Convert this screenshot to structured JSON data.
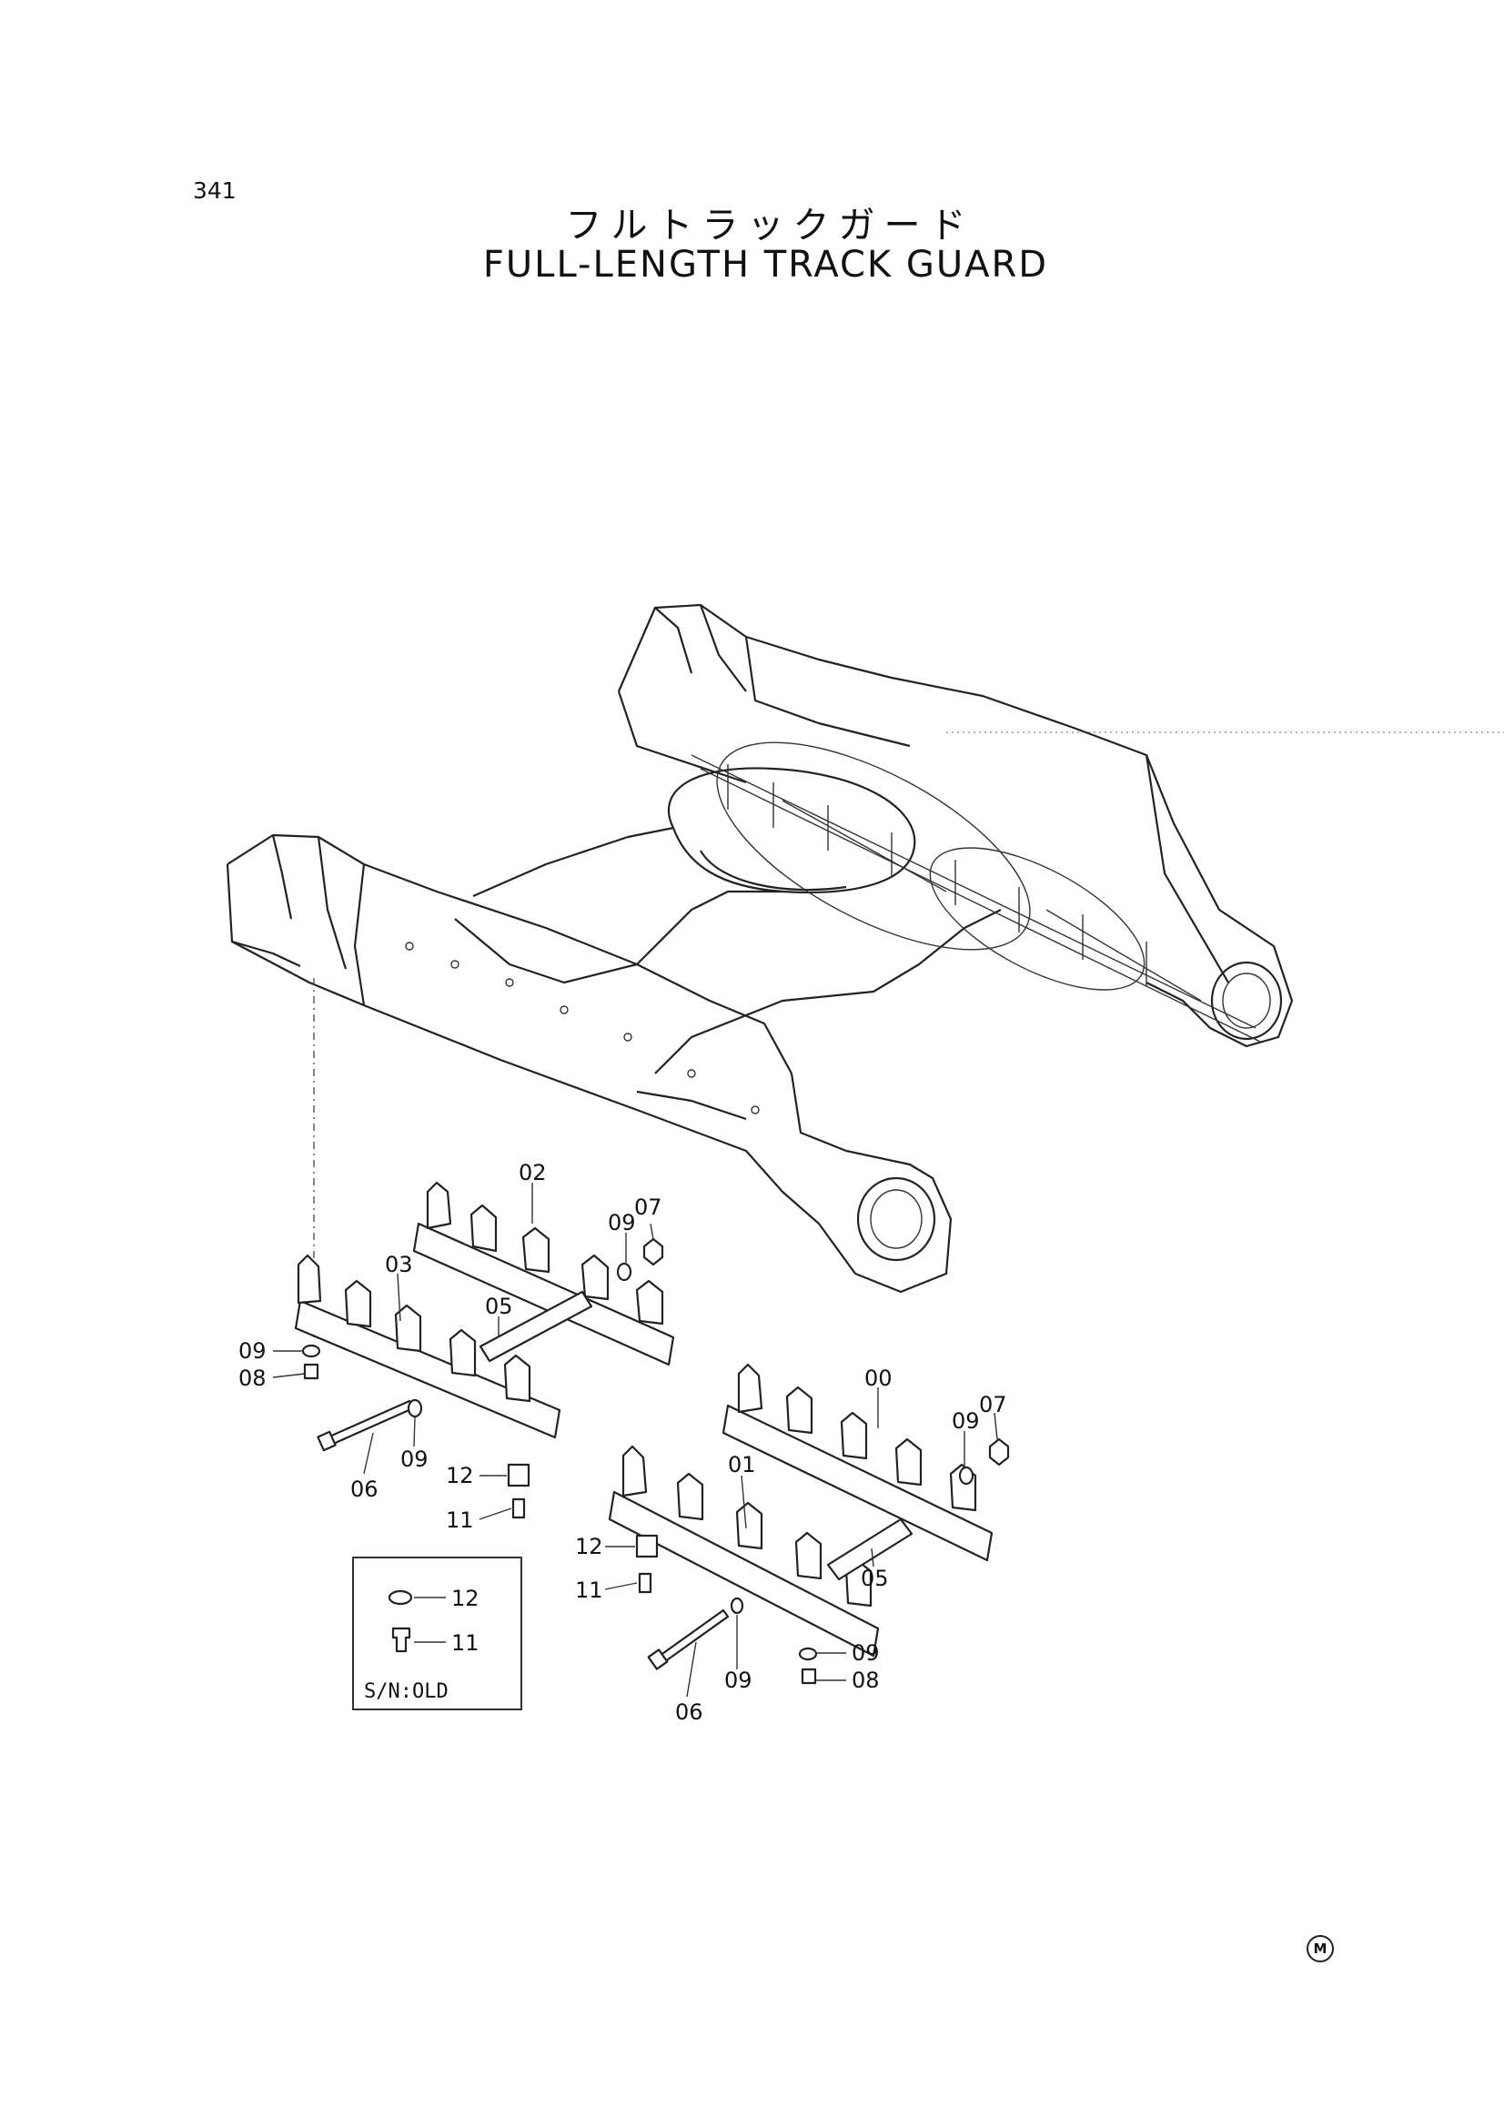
{
  "header": {
    "page_number": "341",
    "title_jp": "フルトラックガード",
    "title_en": "FULL-LENGTH TRACK GUARD"
  },
  "callouts": {
    "c00": "00",
    "c01": "01",
    "c02": "02",
    "c03": "03",
    "c05a": "05",
    "c05b": "05",
    "c06a": "06",
    "c06b": "06",
    "c07a": "07",
    "c07b": "07",
    "c08a": "08",
    "c08b": "08",
    "c09a": "09",
    "c09b": "09",
    "c09c": "09",
    "c09d": "09",
    "c09e": "09",
    "c09f": "09",
    "c11a": "11",
    "c11b": "11",
    "c12a": "12",
    "c12b": "12"
  },
  "inset": {
    "label": "S/N:OLD",
    "c12": "12",
    "c11": "11"
  },
  "footer": {
    "mark": "M"
  }
}
